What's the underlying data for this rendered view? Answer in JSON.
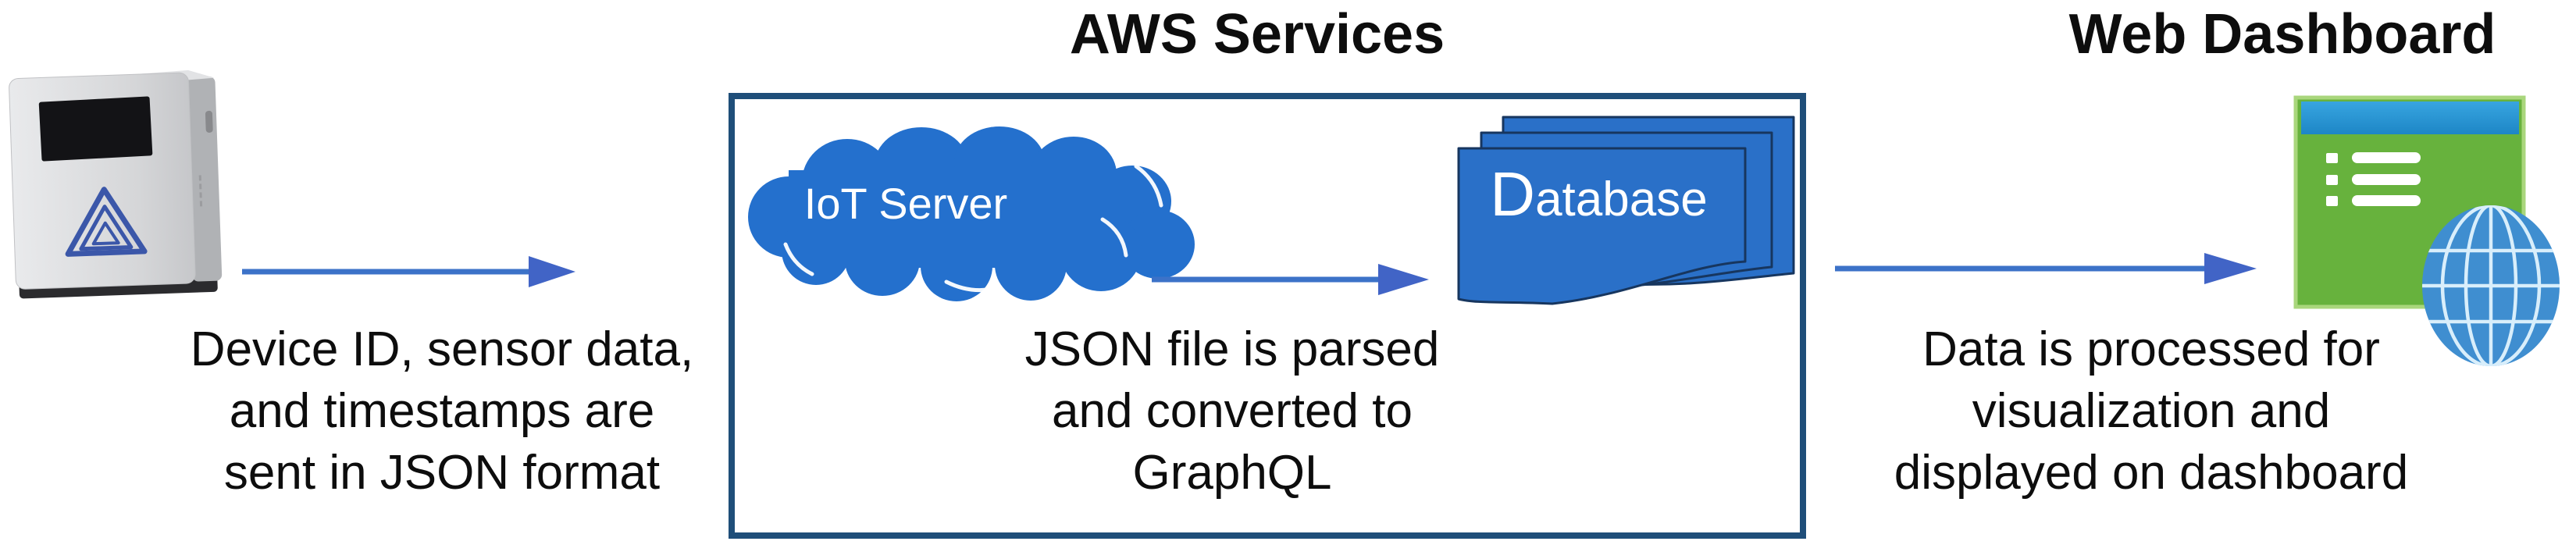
{
  "diagram": {
    "titles": {
      "aws_services": "AWS Services",
      "web_dashboard": "Web Dashboard"
    },
    "nodes": {
      "device": {
        "icon": "iot-device-icon"
      },
      "iot_server": {
        "label": "IoT Server",
        "icon": "cloud-icon"
      },
      "database": {
        "label": "Database",
        "icon": "documents-stack-icon"
      },
      "dashboard": {
        "icon": "dashboard-window-icon",
        "globe_icon": "globe-icon"
      }
    },
    "captions": {
      "device_to_aws": {
        "lines": [
          "Device ID, sensor data,",
          "and timestamps are",
          "sent in JSON format"
        ]
      },
      "inside_aws": {
        "lines": [
          "JSON file is parsed",
          "and converted to",
          "GraphQL"
        ]
      },
      "aws_to_dashboard": {
        "lines": [
          "Data is processed for",
          "visualization and",
          "displayed on dashboard"
        ]
      }
    },
    "colors": {
      "arrow_blue": "#3c72c8",
      "arrow_head_blue": "#4164c6",
      "box_border_navy": "#1f4e79",
      "cloud_blue": "#2470cd",
      "document_blue": "#2a70c8",
      "document_border": "#17365f",
      "dashboard_green": "#67b23d",
      "dashboard_bar_blue": "#2b9ad6",
      "globe_blue": "#3f8ed0",
      "text_black": "#0d0d0d",
      "label_white": "#ffffff"
    }
  }
}
